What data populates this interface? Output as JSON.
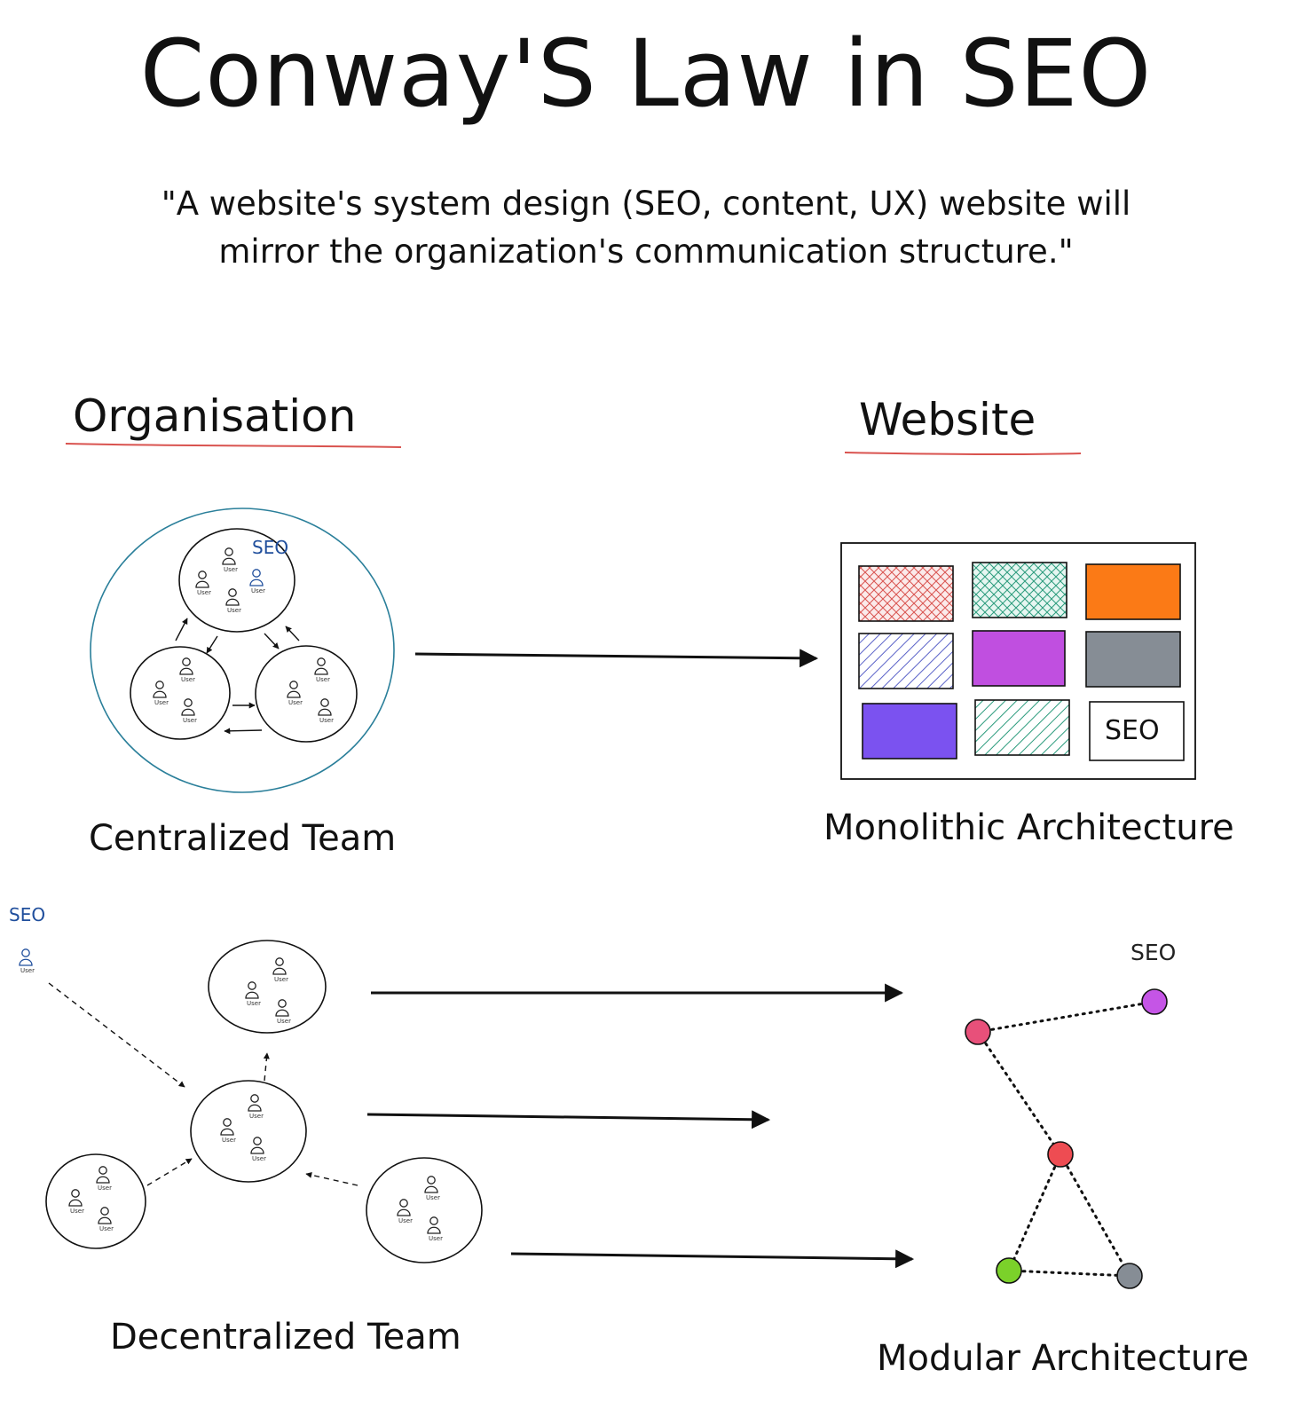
{
  "title": "Conway'S Law in SEO",
  "quote": {
    "line1": "\"A website's system design (SEO, content, UX) website will",
    "line2": "mirror the organization's communication structure.\""
  },
  "headings": {
    "left": "Organisation",
    "right": "Website"
  },
  "captions": {
    "centralized": "Centralized Team",
    "monolithic": "Monolithic Architecture",
    "decentralized": "Decentralized Team",
    "modular": "Modular Architecture"
  },
  "labels": {
    "seo": "SEO",
    "user": "User"
  },
  "colors": {
    "underline": "#d9534f",
    "outer_circle": "#2a7f9a",
    "seo_blue": "#1f4e9c",
    "block_red": "#e07070",
    "block_teal": "#3aa88a",
    "block_orange": "#fb7a16",
    "block_blue_hatch": "#6a6fd0",
    "block_magenta": "#c04fe0",
    "block_gray": "#868d95",
    "block_violet": "#7b52f0",
    "node_pink": "#e8507a",
    "node_purple": "#c555e6",
    "node_red": "#ee4c52",
    "node_green": "#7bd12a",
    "node_gray": "#868d95"
  }
}
